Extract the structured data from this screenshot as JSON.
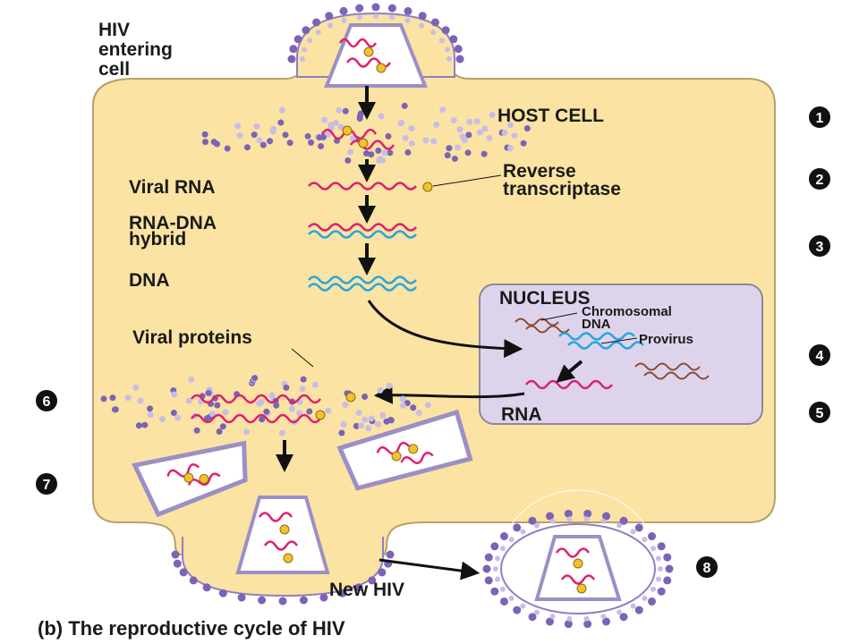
{
  "labels": {
    "hiv_entering": [
      "HIV",
      "entering",
      "cell"
    ],
    "host_cell": "HOST CELL",
    "viral_rna": "Viral RNA",
    "reverse_transcriptase": [
      "Reverse",
      "transcriptase"
    ],
    "rna_dna_hybrid": [
      "RNA-DNA",
      "hybrid"
    ],
    "dna": "DNA",
    "nucleus": "NUCLEUS",
    "chromosomal_dna": [
      "Chromosomal",
      "DNA"
    ],
    "provirus": "Provirus",
    "viral_proteins": "Viral proteins",
    "rna": "RNA",
    "new_hiv": "New HIV",
    "caption": "(b) The reproductive cycle of HIV"
  },
  "steps": [
    "1",
    "2",
    "3",
    "4",
    "5",
    "6",
    "7",
    "8"
  ],
  "colors": {
    "cell_fill": "#fbe3a3",
    "cell_stroke": "#b7a06a",
    "nucleus_fill": "#ddd4ec",
    "nucleus_stroke": "#8d86a0",
    "rna": "#e0206e",
    "dna": "#2aa6dc",
    "chromosomal": "#8a4a32",
    "protein_dark": "#7b63b5",
    "protein_light": "#c8bde6",
    "enzyme": "#f2c22e",
    "arrow": "#111111"
  }
}
